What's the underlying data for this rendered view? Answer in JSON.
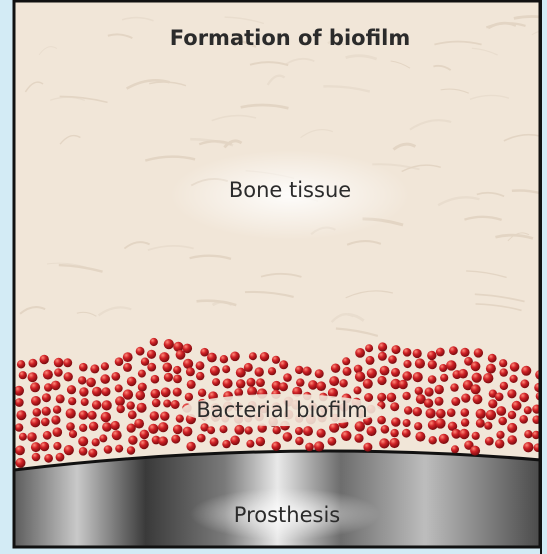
{
  "title": "Formation of biofilm",
  "labels": {
    "bone": "Bone tissue",
    "biofilm": "Bacterial biofilm",
    "prosthesis": "Prosthesis"
  },
  "colors": {
    "bone": "#f1e6d8",
    "bacteria": "#c81e22",
    "prosthesis_metal": "#8e8e8e",
    "background_left": "#d3ebf5",
    "border": "#111111"
  }
}
